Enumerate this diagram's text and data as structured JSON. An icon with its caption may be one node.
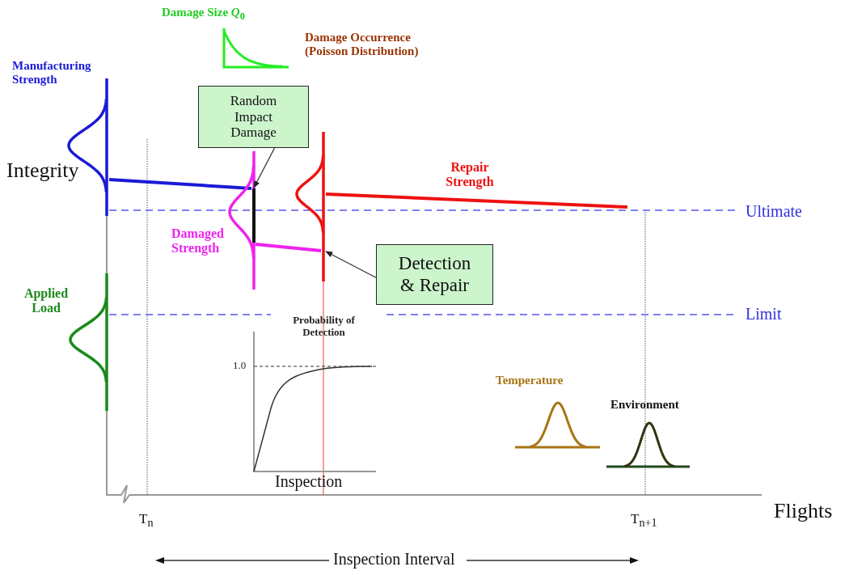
{
  "diagram": {
    "nodes": [
      {
        "text": [
          "Random Impact Damage"
        ]
      },
      {
        "text": [
          "Detection & Repair"
        ]
      },
      {
        "text": [],
        "shape": "line"
      },
      {
        "text": [],
        "shape": "curve"
      }
    ],
    "edges": [
      {
        "from": 0,
        "to": 2,
        "arrow": "to"
      },
      {
        "from": 1,
        "to": 3,
        "arrow": "to"
      }
    ],
    "labels": [
      "Damage Size *Q*$_{0}$",
      "Damage Occurrence (Poisson Distribution)",
      "Manufacturing Strength",
      "Integrity",
      "Repair Strength",
      "Ultimate",
      "Damaged Strength",
      "Applied Load",
      "Limit",
      "Probability of Detection",
      "1.0",
      "Temperature",
      "Environment",
      "Inspection",
      "Flights",
      "T$_{n}$",
      "T$_{n+1}$",
      "Inspection Interval"
    ]
  }
}
